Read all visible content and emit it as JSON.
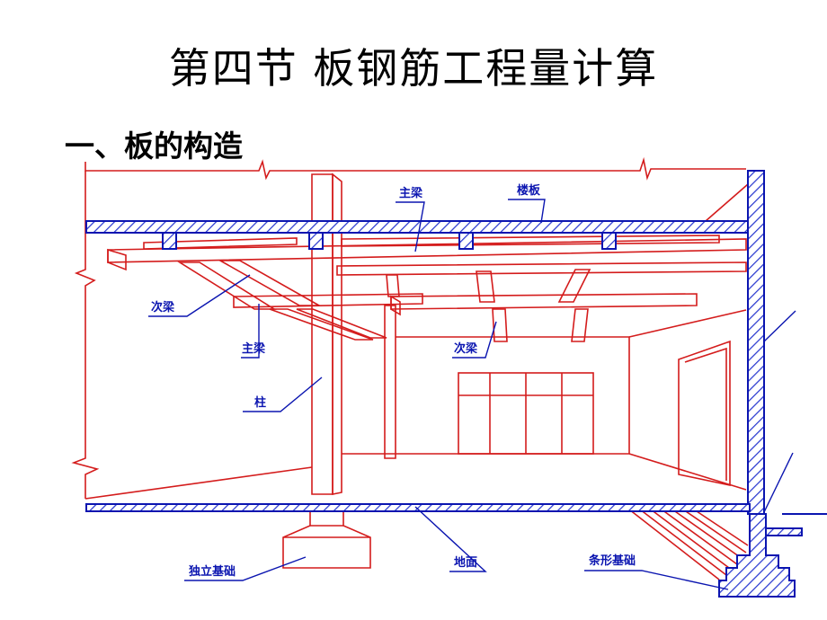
{
  "title": "第四节  板钢筋工程量计算",
  "section": "一、板的构造",
  "labels": {
    "main_beam_top": "主梁",
    "floor_slab": "楼板",
    "secondary_beam_left": "次梁",
    "main_beam_left": "主梁",
    "column": "柱",
    "secondary_beam_center": "次梁",
    "independent_foundation": "独立基础",
    "ground": "地面",
    "strip_foundation": "条形基础"
  },
  "colors": {
    "structure_red": "#d41c1c",
    "section_blue": "#0b15b0",
    "hatch_blue": "#2b3ad0"
  }
}
